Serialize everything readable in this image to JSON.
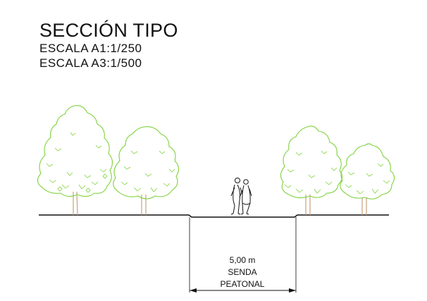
{
  "drawing": {
    "title": "SECCIÓN TIPO",
    "scale_a1": "ESCALA A1:1/250",
    "scale_a3": "ESCALA A3:1/500"
  },
  "section": {
    "width_label": "5,00 m",
    "zone_line1": "SENDA",
    "zone_line2": "PEATONAL"
  },
  "colors": {
    "tree_outline": "#7fd23c",
    "trunk": "#c9a27a",
    "line": "#111111"
  }
}
